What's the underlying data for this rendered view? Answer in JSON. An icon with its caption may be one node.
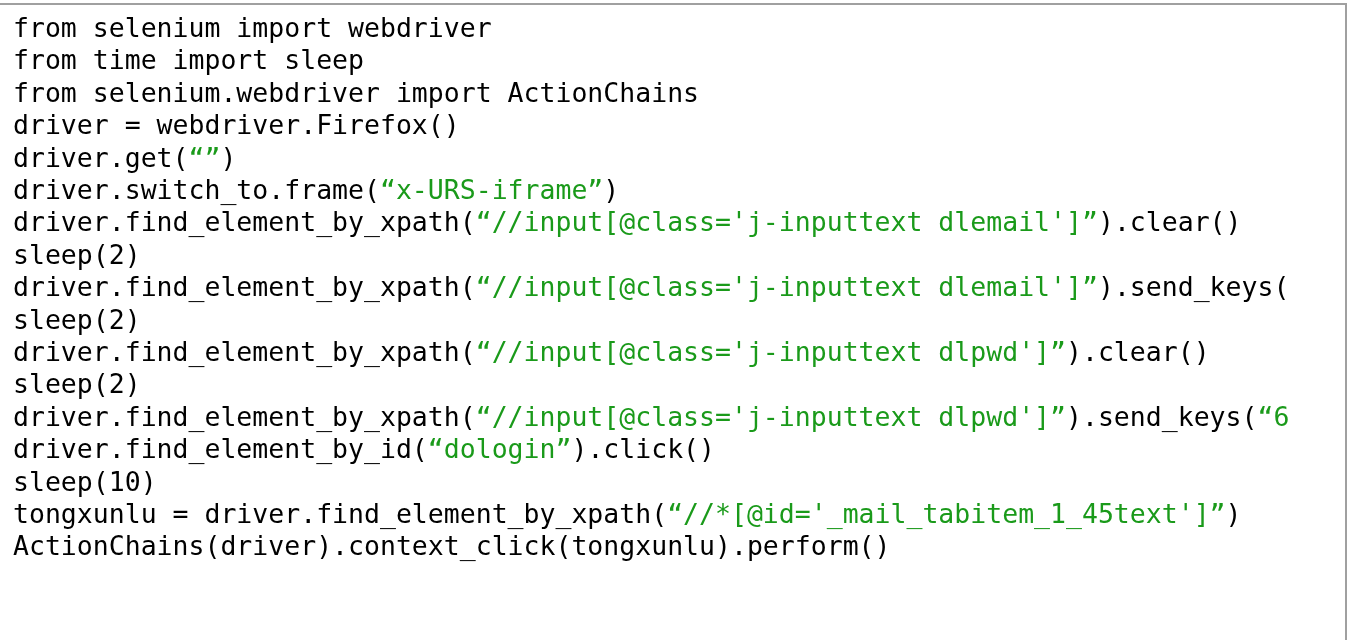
{
  "diagram": {
    "labels": [
      "from selenium import webdriver",
      "from time import sleep",
      "from selenium.webdriver import ActionChains",
      "driver = webdriver.Firefox()",
      "driver.get(“”)",
      "driver.switch_to.frame(“x-URS-iframe”)",
      "driver.find_element_by_xpath(“//input[@class='j-inputtext dlemail']”).clear()",
      "sleep(2)",
      "driver.find_element_by_xpath(“//input[@class='j-inputtext dlemail']”).send_keys(",
      "sleep(2)",
      "driver.find_element_by_xpath(“//input[@class='j-inputtext dlpwd']”).clear()",
      "sleep(2)",
      "driver.find_element_by_xpath(“//input[@class='j-inputtext dlpwd']”).send_keys(“6",
      "driver.find_element_by_id(“dologin”).click()",
      "sleep(10)",
      "tongxunlu = driver.find_element_by_xpath(“//*[@id='_mail_tabitem_1_45text']”)",
      "ActionChains(driver).context_click(tongxunlu).perform()"
    ]
  }
}
